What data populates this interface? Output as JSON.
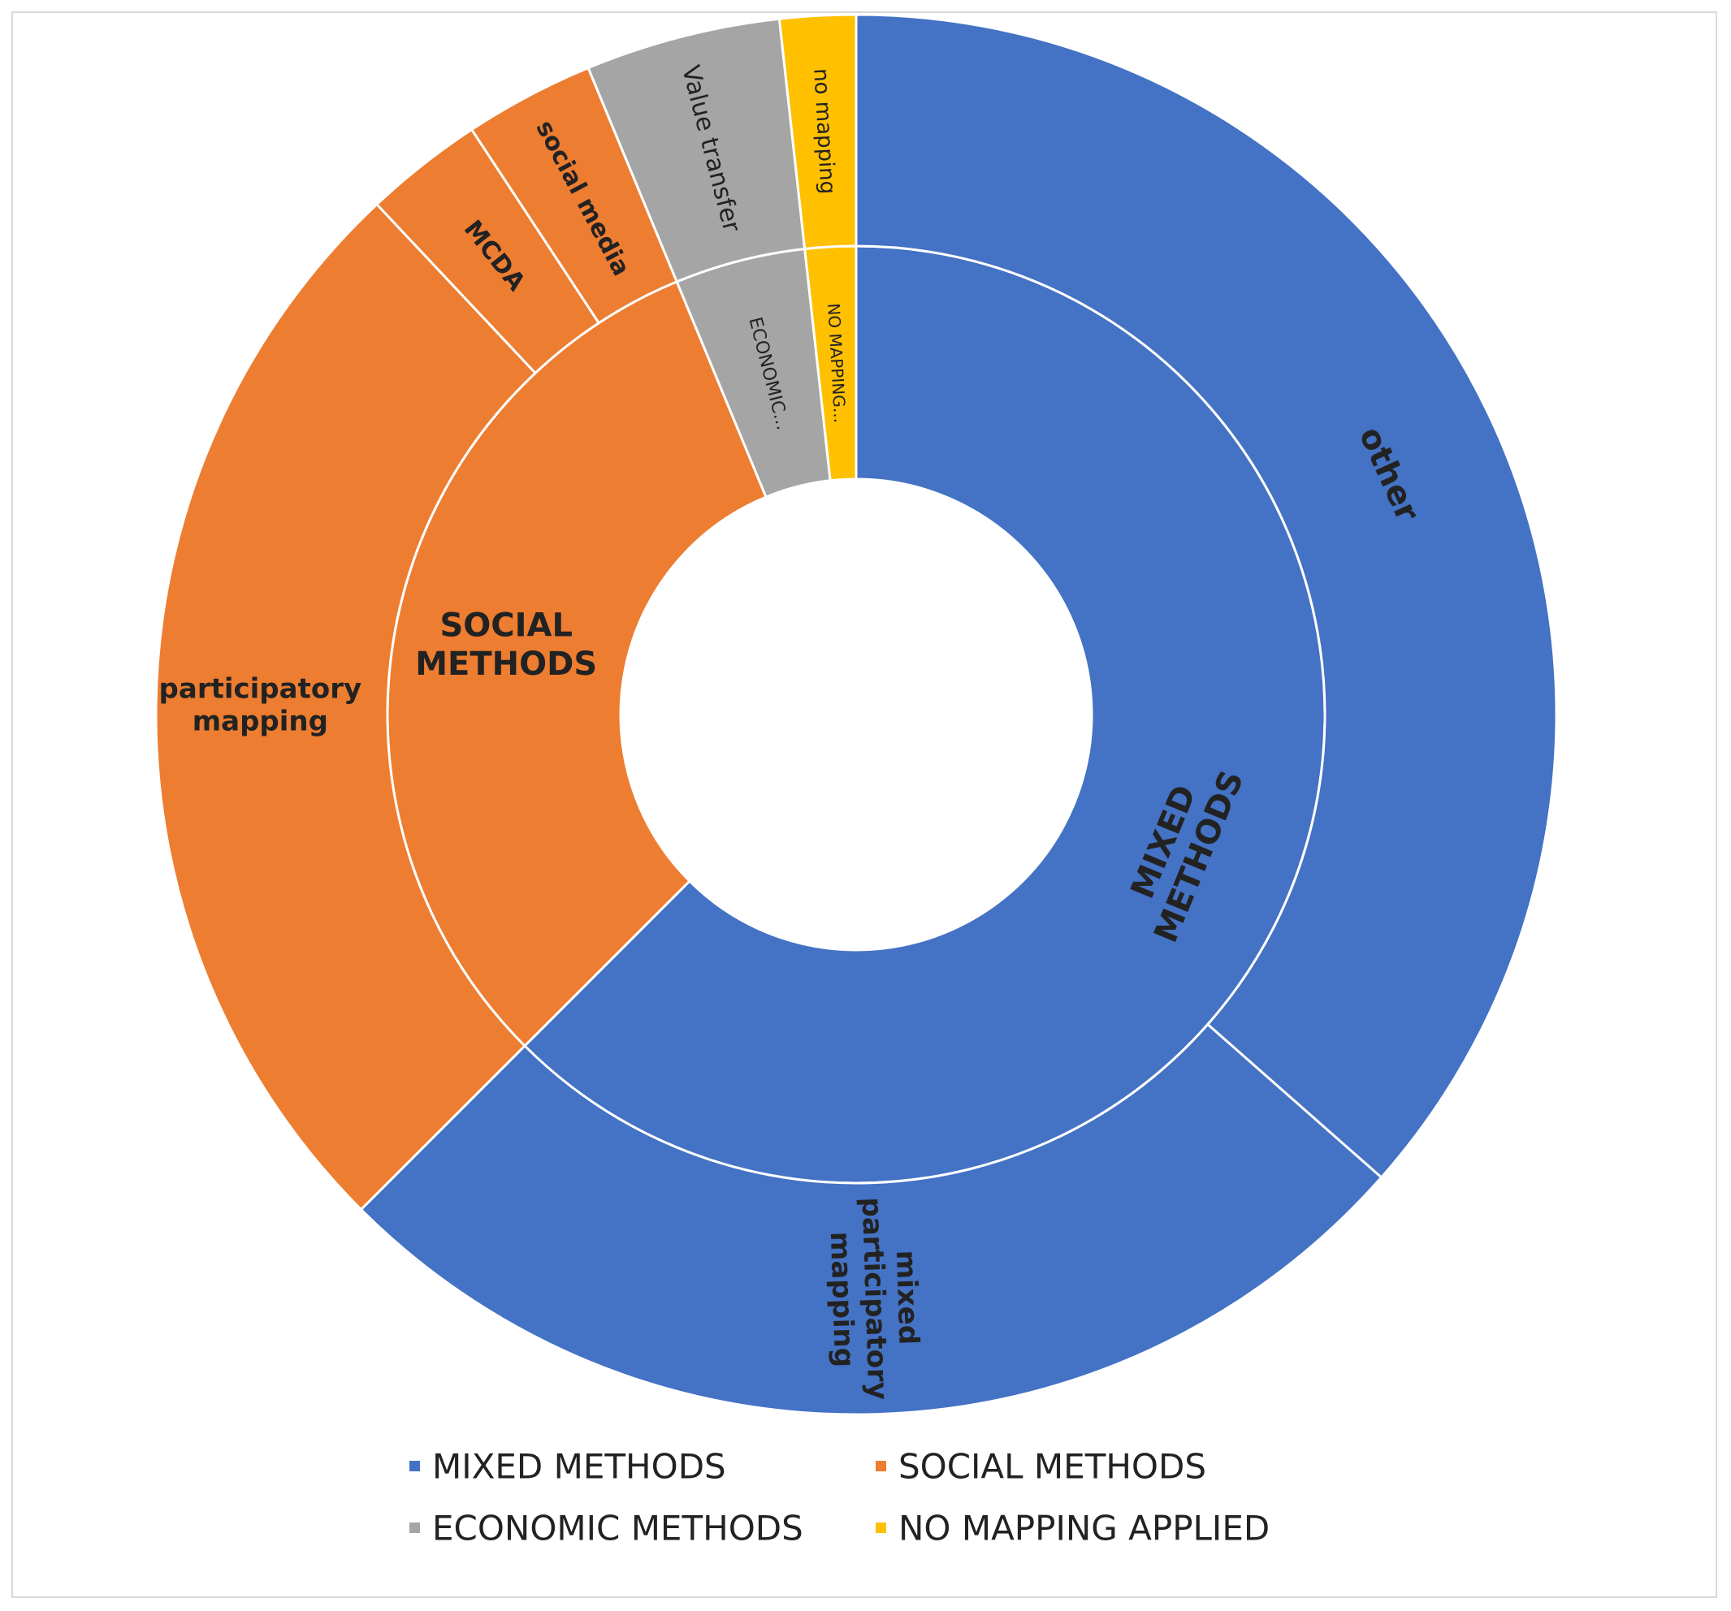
{
  "chart_data": {
    "type": "sunburst",
    "title": "",
    "rings": [
      {
        "ring": "inner",
        "segments": [
          {
            "name": "MIXED METHODS",
            "label": "MIXED METHODS",
            "value": 62.5,
            "color": "#4472C4"
          },
          {
            "name": "SOCIAL METHODS",
            "label": "SOCIAL METHODS",
            "value": 31.25,
            "color": "#ED7D31"
          },
          {
            "name": "ECONOMIC METHODS",
            "label": "ECONOMIC...",
            "value": 4.5,
            "color": "#A5A5A5"
          },
          {
            "name": "NO MAPPING APPLIED",
            "label": "NO MAPPING...",
            "value": 1.75,
            "color": "#FFC000"
          }
        ]
      },
      {
        "ring": "outer",
        "segments": [
          {
            "name": "other",
            "label": "other",
            "parent": "MIXED METHODS",
            "value": 36.5,
            "color": "#4472C4"
          },
          {
            "name": "mixed participatory mapping",
            "label": "mixed participatory mapping",
            "parent": "MIXED METHODS",
            "value": 26.0,
            "color": "#4472C4"
          },
          {
            "name": "participatory mapping",
            "label": "participatory mapping",
            "parent": "SOCIAL METHODS",
            "value": 25.5,
            "color": "#ED7D31"
          },
          {
            "name": "MCDA",
            "label": "MCDA",
            "parent": "SOCIAL METHODS",
            "value": 2.75,
            "color": "#ED7D31"
          },
          {
            "name": "social media",
            "label": "social media",
            "parent": "SOCIAL METHODS",
            "value": 3.0,
            "color": "#ED7D31"
          },
          {
            "name": "Value transfer",
            "label": "Value transfer",
            "parent": "ECONOMIC METHODS",
            "value": 4.5,
            "color": "#A5A5A5"
          },
          {
            "name": "no mapping",
            "label": "no mapping",
            "parent": "NO MAPPING APPLIED",
            "value": 1.75,
            "color": "#FFC000"
          }
        ]
      }
    ],
    "legend": {
      "position": "bottom",
      "entries": [
        {
          "label": "MIXED METHODS",
          "color": "#4472C4"
        },
        {
          "label": "SOCIAL METHODS",
          "color": "#ED7D31"
        },
        {
          "label": "ECONOMIC METHODS",
          "color": "#A5A5A5"
        },
        {
          "label": "NO MAPPING APPLIED",
          "color": "#FFC000"
        }
      ]
    }
  }
}
